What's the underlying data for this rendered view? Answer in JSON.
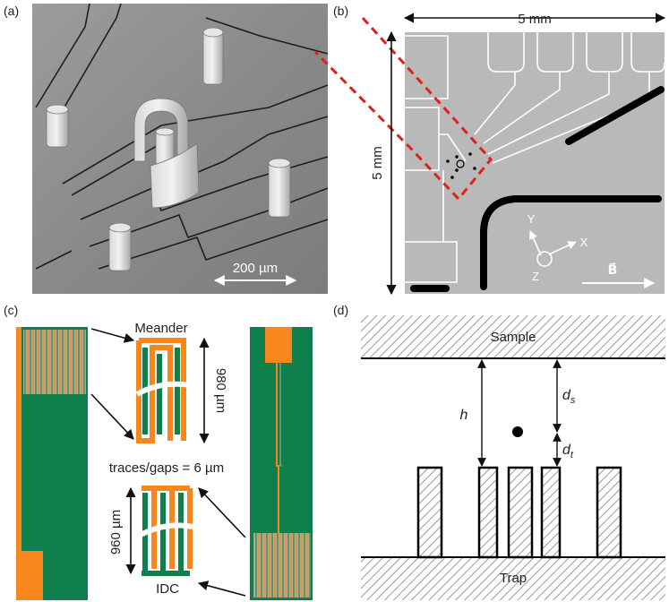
{
  "panels": {
    "a": {
      "label": "(a)",
      "scale_bar": "200 µm"
    },
    "b": {
      "label": "(b)",
      "width_label": "5 mm",
      "height_label": "5 mm",
      "axis_y": "Y",
      "axis_x": "X",
      "axis_z": "Z",
      "field_label": "B⃗"
    },
    "c": {
      "label": "(c)",
      "meander_label": "Meander",
      "meander_size": "980 µm",
      "traces_label": "traces/gaps = 6 µm",
      "idc_size": "960 µm",
      "idc_label": "IDC"
    },
    "d": {
      "label": "(d)",
      "sample_label": "Sample",
      "trap_label": "Trap",
      "h_label": "h",
      "ds_main": "d",
      "ds_sub": "s",
      "dt_main": "d",
      "dt_sub": "t"
    }
  },
  "colors": {
    "green": "#0f7f4b",
    "orange": "#f7861c",
    "red_dash": "#e0201b",
    "chip_gray": "#b9b9b9"
  }
}
